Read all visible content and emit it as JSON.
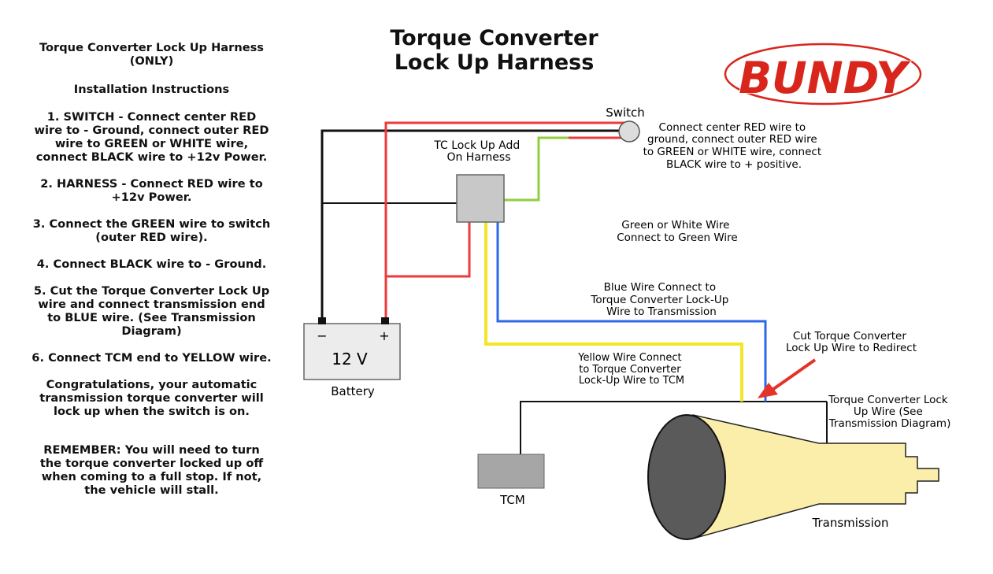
{
  "instructions": {
    "heading_line1": "Torque Converter Lock Up Harness",
    "heading_line2": "(ONLY)",
    "subheading": "Installation Instructions",
    "steps": [
      "1.    SWITCH - Connect center RED wire to - Ground, connect outer RED wire to GREEN or WHITE wire, connect BLACK wire to +12v Power.",
      "2.    HARNESS - Connect RED wire to +12v Power.",
      "3.    Connect the GREEN wire to switch (outer RED wire).",
      "4.    Connect BLACK wire to - Ground.",
      "5.    Cut the Torque Converter Lock Up wire and connect transmission end to BLUE wire. (See Transmission Diagram)",
      "6.    Connect TCM end to YELLOW wire."
    ],
    "congrats": "Congratulations, your automatic transmission torque converter will lock up when the switch is on.",
    "remember": "REMEMBER: You will need to turn the torque converter locked up off when coming to a full stop. If not, the vehicle will stall."
  },
  "title": {
    "line1": "Torque Converter",
    "line2": "Lock Up Harness"
  },
  "logo": {
    "text": "BUNDY",
    "color": "#d9261c"
  },
  "diagram": {
    "switch_label": "Switch",
    "switch_note": [
      "Connect center RED wire to",
      "ground, connect outer RED wire",
      "to GREEN or WHITE wire, connect",
      "BLACK wire to + positive."
    ],
    "harness_label": [
      "TC Lock Up Add",
      "On Harness"
    ],
    "green_label": [
      "Green or White Wire",
      "Connect to Green Wire"
    ],
    "blue_label": [
      "Blue Wire Connect to",
      "Torque Converter Lock-Up",
      "Wire to Transmission"
    ],
    "yellow_label": [
      "Yellow Wire Connect",
      "to Torque Converter",
      "Lock-Up Wire to TCM"
    ],
    "cut_label": [
      "Cut Torque Converter",
      "Lock Up Wire to Redirect"
    ],
    "tc_wire_label": [
      "Torque Converter  Lock",
      "Up  Wire (See",
      "Transmission Diagram)"
    ],
    "battery": {
      "minus": "−",
      "plus": "+",
      "voltage": "12 V",
      "label": "Battery"
    },
    "tcm_label": "TCM",
    "transmission_label": "Transmission"
  },
  "colors": {
    "red_wire": "#ee3a3a",
    "black_wire": "#111111",
    "green_wire": "#8fcf3c",
    "blue_wire": "#2c68e8",
    "yellow_wire": "#f2e626",
    "harness_box": "#c8c8c8",
    "tcm_box": "#a6a6a6",
    "transmission_body": "#fbeeab",
    "transmission_face": "#5a5a5a",
    "arrow": "#e3332a"
  }
}
